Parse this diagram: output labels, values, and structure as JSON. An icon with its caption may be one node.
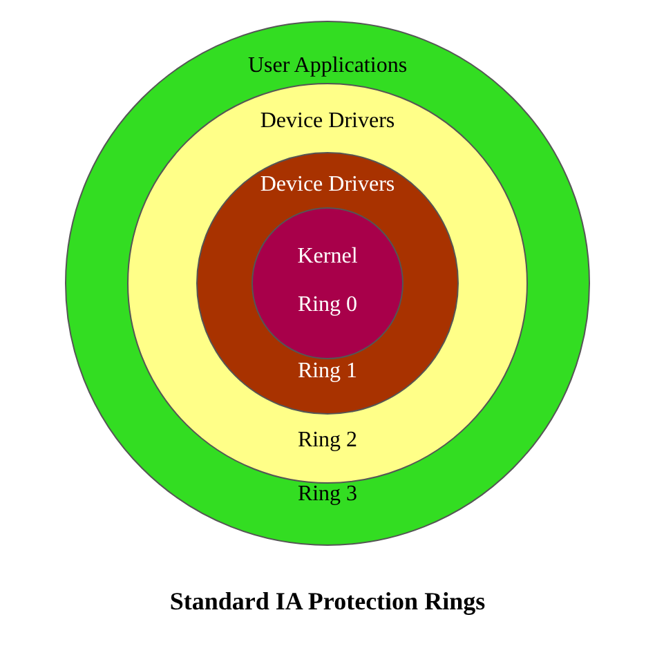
{
  "diagram": {
    "caption": "Standard IA Protection Rings",
    "nodes": [
      {
        "text": [
          "User Applications",
          "Ring 3"
        ]
      },
      {
        "text": [
          "Device Drivers",
          "Ring 2"
        ],
        "in": 0
      },
      {
        "text": [
          "Device Drivers",
          "Ring 1"
        ],
        "in": 1
      },
      {
        "text": [
          "Kernel",
          "Ring 0"
        ],
        "in": 2
      }
    ]
  }
}
